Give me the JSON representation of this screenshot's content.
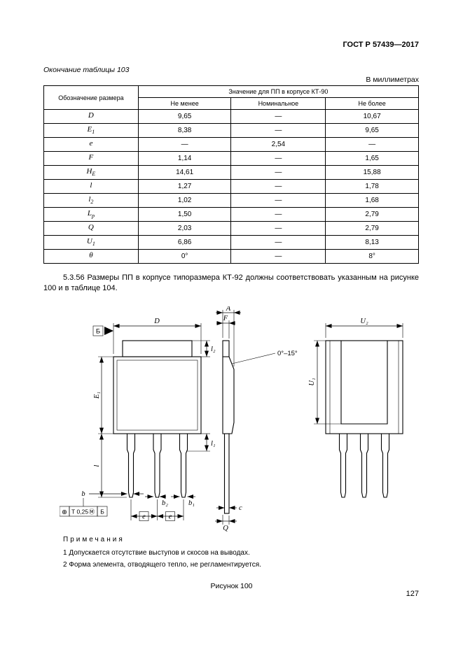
{
  "page": {
    "header": "ГОСТ Р 57439—2017",
    "continuation": "Окончание таблицы 103",
    "units": "В миллиметрах",
    "number": "127"
  },
  "table": {
    "col_symbol": "Обозначение размера",
    "group_header": "Значение для ПП в корпусе КТ-90",
    "col_min": "Не менее",
    "col_nom": "Номинальное",
    "col_max": "Не более",
    "rows": [
      {
        "name": "D",
        "sub": "",
        "min": "9,65",
        "nom": "—",
        "max": "10,67"
      },
      {
        "name": "E",
        "sub": "1",
        "min": "8,38",
        "nom": "—",
        "max": "9,65"
      },
      {
        "name": "e",
        "sub": "",
        "min": "—",
        "nom": "2,54",
        "max": "—"
      },
      {
        "name": "F",
        "sub": "",
        "min": "1,14",
        "nom": "—",
        "max": "1,65"
      },
      {
        "name": "H",
        "sub": "E",
        "min": "14,61",
        "nom": "—",
        "max": "15,88"
      },
      {
        "name": "l",
        "sub": "",
        "min": "1,27",
        "nom": "—",
        "max": "1,78"
      },
      {
        "name": "l",
        "sub": "2",
        "min": "1,02",
        "nom": "—",
        "max": "1,68"
      },
      {
        "name": "L",
        "sub": "p",
        "min": "1,50",
        "nom": "—",
        "max": "2,79"
      },
      {
        "name": "Q",
        "sub": "",
        "min": "2,03",
        "nom": "—",
        "max": "2,79"
      },
      {
        "name": "U",
        "sub": "1",
        "min": "6,86",
        "nom": "—",
        "max": "8,13"
      },
      {
        "name": "θ",
        "sub": "",
        "min": "0°",
        "nom": "—",
        "max": "8°"
      }
    ]
  },
  "paragraph": "5.3.56 Размеры ПП в корпусе типоразмера КТ-92 должны соответствовать указанным на рисунке 100 и в таблице 104.",
  "figure": {
    "view_arrow": "Б",
    "dim_D": "D",
    "dim_E1": "E₁",
    "dim_l2": "l₂",
    "dim_l1": "l₁",
    "dim_l": "l",
    "dim_b": "b",
    "dim_b2": "b₂",
    "dim_b1": "b₁",
    "dim_e": "e",
    "dim_A": "A",
    "dim_F": "F",
    "dim_angle": "0°–15°",
    "dim_c": "c",
    "dim_Q": "Q",
    "dim_U2": "U₂",
    "dim_U1": "U₁",
    "tol_symbol": "⊕",
    "tol_value": "Т 0,25",
    "tol_modifier": "Ⓜ",
    "tol_datum": "Б",
    "caption": "Рисунок 100"
  },
  "notes": {
    "title": "Примечания",
    "items": [
      "1 Допускается отсутствие выступов и скосов на выводах.",
      "2 Форма элемента, отводящего тепло, не регламентируется."
    ]
  }
}
